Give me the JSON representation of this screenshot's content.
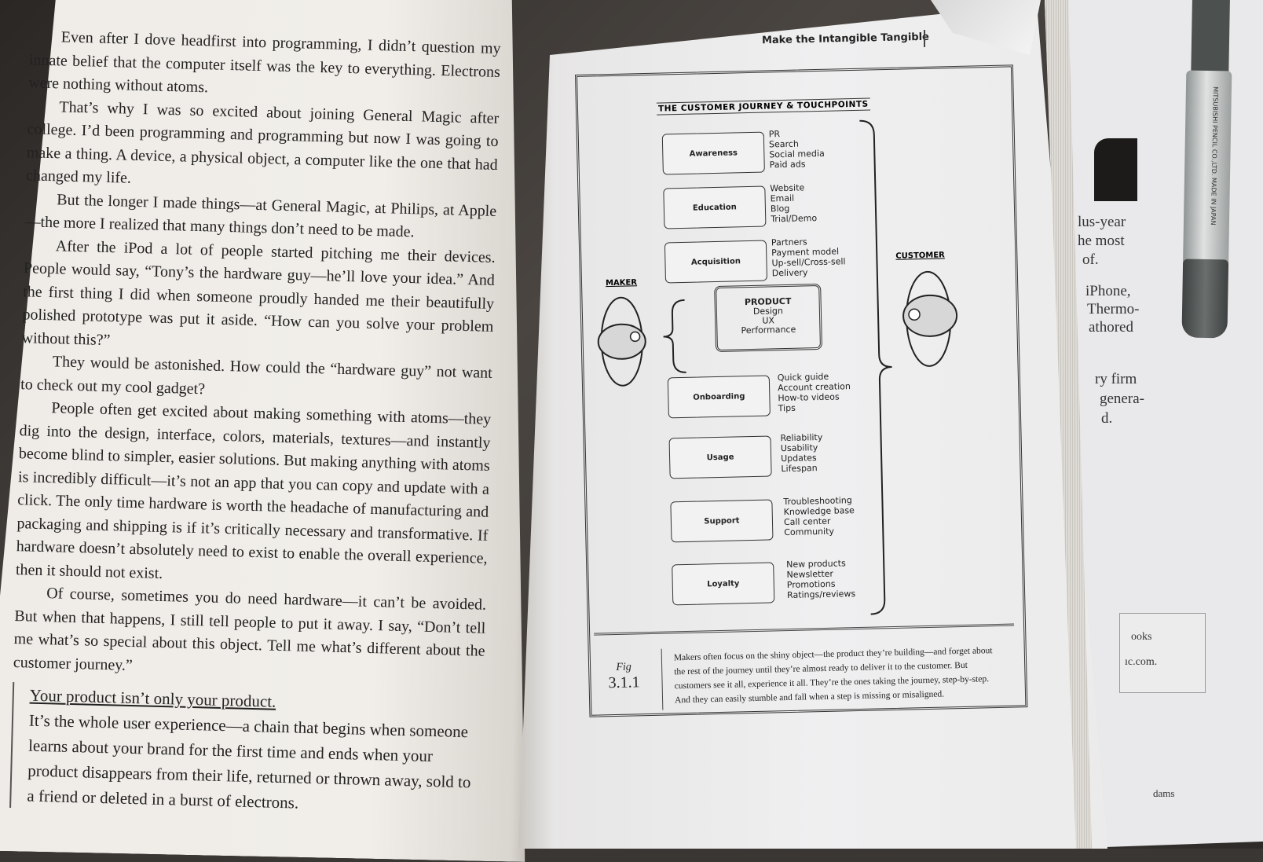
{
  "left_page": {
    "paragraphs": [
      "Even after I dove headfirst into programming, I didn’t question my innate belief that the computer itself was the key to everything. Electrons were nothing without atoms.",
      "That’s why I was so excited about joining General Magic after college. I’d been programming and programming but now I was going to make a thing. A device, a physical object, a computer like the one that had changed my life.",
      "But the longer I made things—at General Magic, at Philips, at Apple—the more I realized that many things don’t need to be made.",
      "After the iPod a lot of people started pitching me their devices. People would say, “Tony’s the hardware guy—he’ll love your idea.” And the first thing I did when someone proudly handed me their beautifully polished prototype was put it aside. “How can you solve your problem without this?”",
      "They would be astonished. How could the “hardware guy” not want to check out my cool gadget?",
      "People often get excited about making something with atoms—they dig into the design, interface, colors, materials, textures—and instantly become blind to simpler, easier solutions. But making anything with atoms is incredibly difficult—it’s not an app that you can copy and update with a click. The only time hardware is worth the headache of manufacturing and packaging and shipping is if it’s critically necessary and transformative. If hardware doesn’t absolutely need to exist to enable the overall experience, then it should not exist.",
      "Of course, sometimes you do need hardware—it can’t be avoided. But when that happens, I still tell people to put it away. I say, “Don’t tell me what’s so special about this object. Tell me what’s different about the customer journey.”"
    ],
    "callout_lead": "Your product isn’t only your product.",
    "callout_body": "It’s the whole user experience—a chain that begins when someone learns about your brand for the first time and ends when your product disappears from their life, returned or thrown away, sold to a friend or deleted in a burst of electrons."
  },
  "right_page": {
    "running_head": "Make the Intangible Tangible",
    "figure": {
      "title": "THE CUSTOMER JOURNEY & TOUCHPOINTS",
      "maker_label": "MAKER",
      "customer_label": "CUSTOMER",
      "product": {
        "title": "PRODUCT",
        "items": [
          "Design",
          "UX",
          "Performance"
        ]
      },
      "stages": [
        {
          "name": "Awareness",
          "touchpoints": [
            "PR",
            "Search",
            "Social media",
            "Paid ads"
          ]
        },
        {
          "name": "Education",
          "touchpoints": [
            "Website",
            "Email",
            "Blog",
            "Trial/Demo"
          ]
        },
        {
          "name": "Acquisition",
          "touchpoints": [
            "Partners",
            "Payment model",
            "Up-sell/Cross-sell",
            "Delivery"
          ]
        },
        {
          "name": "Onboarding",
          "touchpoints": [
            "Quick guide",
            "Account creation",
            "How-to videos",
            "Tips"
          ]
        },
        {
          "name": "Usage",
          "touchpoints": [
            "Reliability",
            "Usability",
            "Updates",
            "Lifespan"
          ]
        },
        {
          "name": "Support",
          "touchpoints": [
            "Troubleshooting",
            "Knowledge base",
            "Call center",
            "Community"
          ]
        },
        {
          "name": "Loyalty",
          "touchpoints": [
            "New products",
            "Newsletter",
            "Promotions",
            "Ratings/reviews"
          ]
        }
      ],
      "fig_label": "Fig",
      "fig_number": "3.1.1",
      "caption": "Makers often focus on the shiny object—the product they’re building—and forget about the rest of the journey until they’re almost ready to deliver it to the customer. But customers see it all, experience it all. They’re the ones taking the journey, step-by-step. And they can easily stumble and fall when a step is missing or misaligned."
    }
  },
  "background_paper": {
    "fragments": [
      "lus-year",
      "he most",
      "of.",
      "iPhone,",
      "Thermo-",
      "athored",
      "ry firm",
      "genera-",
      "d."
    ],
    "card_text": [
      "ooks",
      "ıc.com."
    ],
    "corner_text": "dams"
  },
  "pen": {
    "label": "MITSUBISHI PENCIL CO.,LTD. MADE IN JAPAN"
  }
}
